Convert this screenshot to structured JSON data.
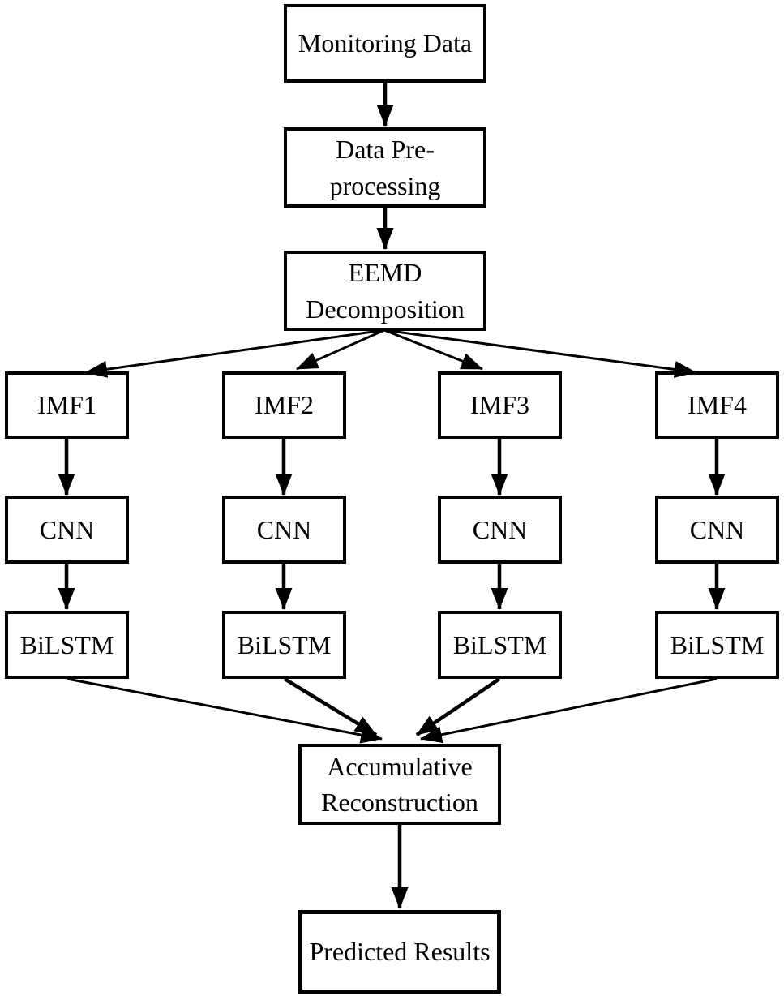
{
  "diagram": {
    "type": "flowchart",
    "description": "EEMD decomposition based CNN-BiLSTM prediction workflow",
    "colors": {
      "line": "#000000",
      "box_border": "#000000",
      "box_fill": "#ffffff",
      "background": "#ffffff",
      "text": "#000000"
    }
  },
  "nodes": {
    "monitoring_data": "Monitoring Data",
    "data_preprocessing": "Data Pre-processing",
    "eemd_decomposition": "EEMD Decomposition",
    "imf_labels": [
      "IMF1",
      "IMF2",
      "IMF3",
      "IMF4"
    ],
    "cnn_label": "CNN",
    "bilstm_label": "BiLSTM",
    "accumulative_reconstruction": "Accumulative Reconstruction",
    "predicted_results": "Predicted Results"
  },
  "edges": [
    {
      "from": "Monitoring Data",
      "to": "Data Pre-processing"
    },
    {
      "from": "Data Pre-processing",
      "to": "EEMD Decomposition"
    },
    {
      "from": "EEMD Decomposition",
      "to": "IMF1"
    },
    {
      "from": "EEMD Decomposition",
      "to": "IMF2"
    },
    {
      "from": "EEMD Decomposition",
      "to": "IMF3"
    },
    {
      "from": "EEMD Decomposition",
      "to": "IMF4"
    },
    {
      "from": "IMF1",
      "to": "CNN"
    },
    {
      "from": "IMF2",
      "to": "CNN"
    },
    {
      "from": "IMF3",
      "to": "CNN"
    },
    {
      "from": "IMF4",
      "to": "CNN"
    },
    {
      "from": "CNN",
      "to": "BiLSTM"
    },
    {
      "from": "BiLSTM (IMF1 branch)",
      "to": "Accumulative Reconstruction"
    },
    {
      "from": "BiLSTM (IMF2 branch)",
      "to": "Accumulative Reconstruction"
    },
    {
      "from": "BiLSTM (IMF3 branch)",
      "to": "Accumulative Reconstruction"
    },
    {
      "from": "BiLSTM (IMF4 branch)",
      "to": "Accumulative Reconstruction"
    },
    {
      "from": "Accumulative Reconstruction",
      "to": "Predicted Results"
    }
  ]
}
